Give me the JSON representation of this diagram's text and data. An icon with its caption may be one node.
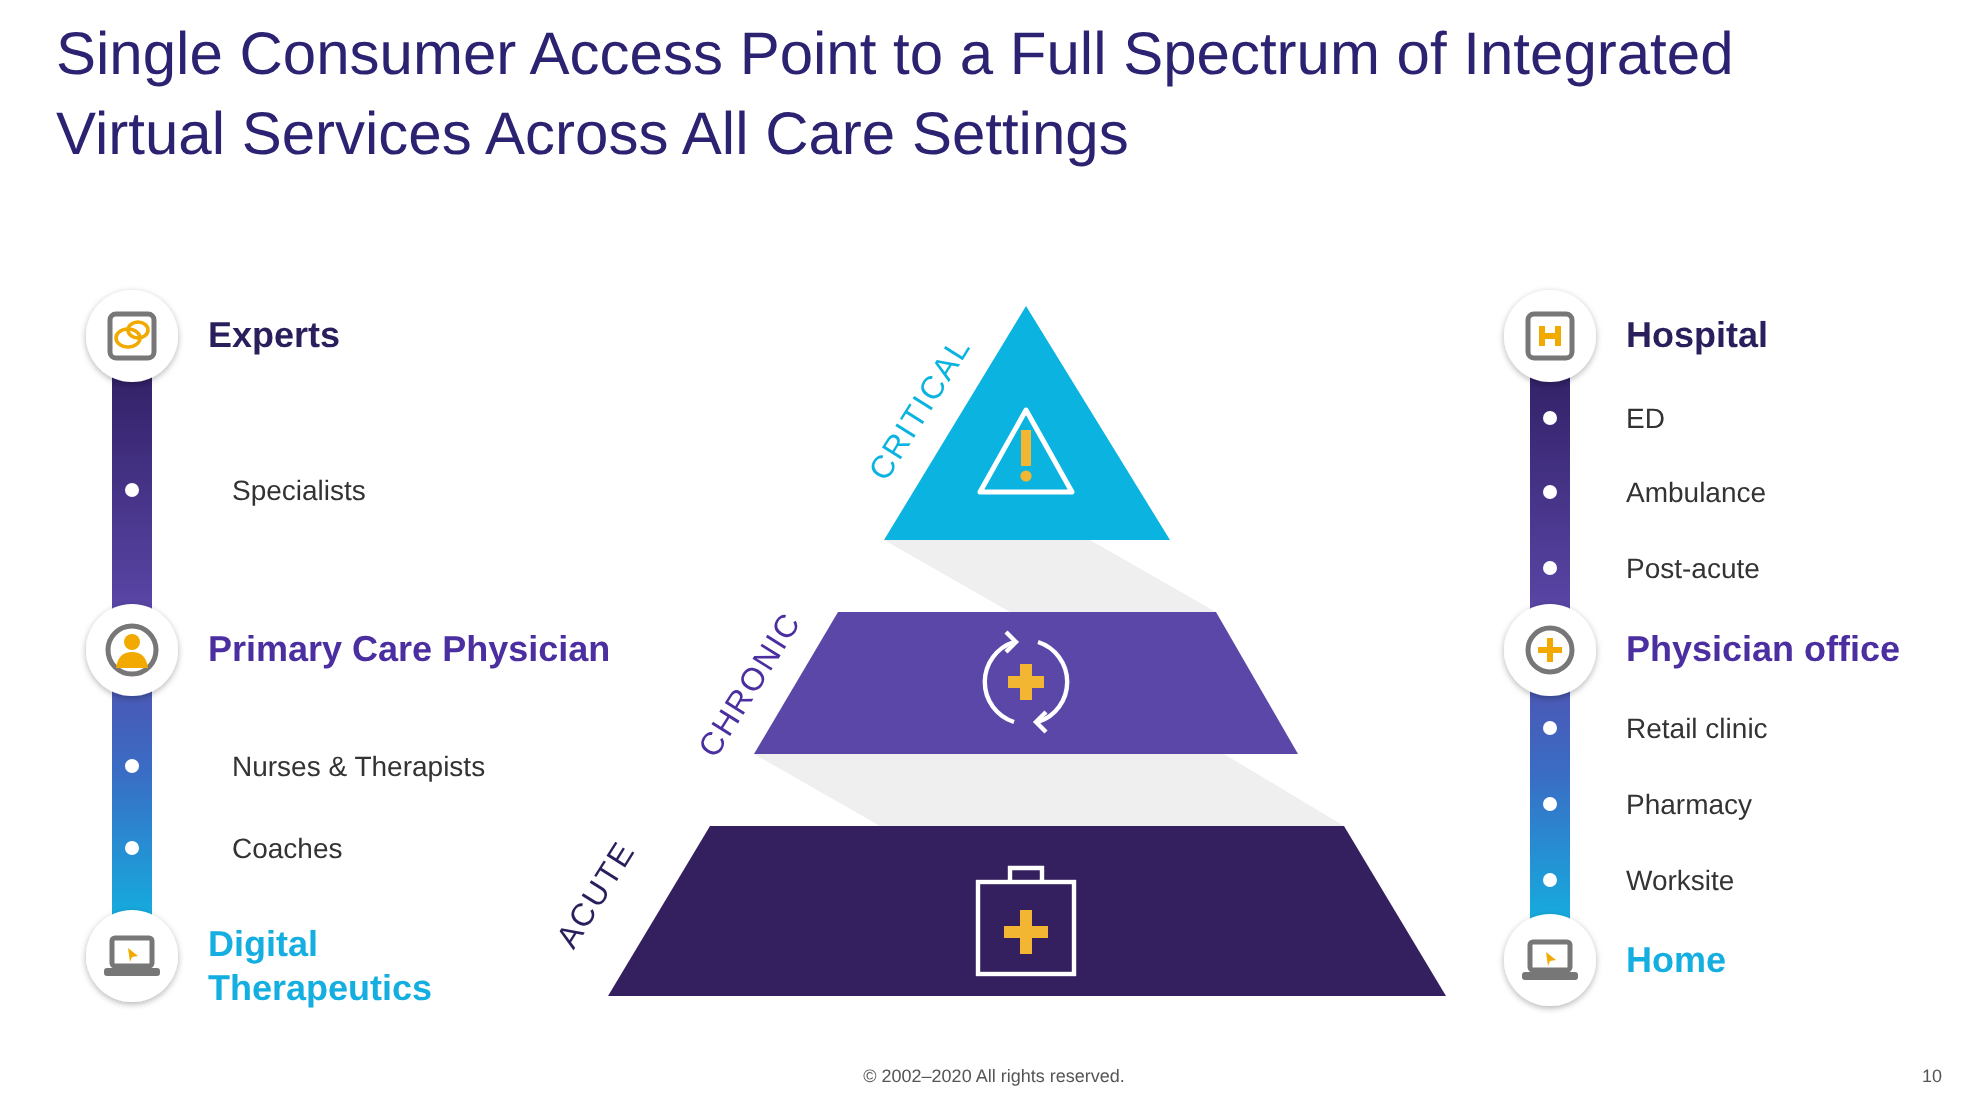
{
  "diagram": {
    "title": "Single Consumer Access Point to a Full Spectrum of Integrated Virtual Services Across All Care Settings",
    "nodes": [
      {
        "text": [
          "CRITICAL"
        ]
      },
      {
        "text": [
          "CHRONIC"
        ]
      },
      {
        "text": [
          "ACUTE"
        ]
      }
    ],
    "labels": [
      "Experts",
      "Specialists",
      "Primary Care Physician",
      "Nurses & Therapists",
      "Coaches",
      "Digital Therapeutics",
      "Hospital",
      "ED",
      "Ambulance",
      "Post-acute",
      "Physician office",
      "Retail clinic",
      "Pharmacy",
      "Worksite",
      "Home",
      "© 2002–2020 All rights reserved.",
      "10"
    ]
  }
}
